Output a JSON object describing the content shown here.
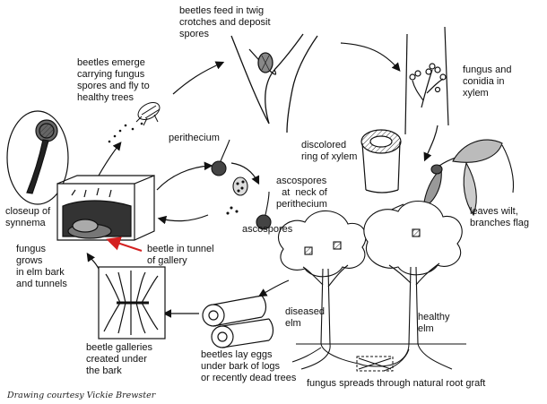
{
  "labels": {
    "twig_feed": "beetles feed in twig\ncrotches and deposit\nspores",
    "emerge": "beetles emerge\ncarrying fungus\nspores and fly to\nhealthy trees",
    "fungus_xylem": "fungus and\nconidia in\nxylem",
    "perithecium": "perithecium",
    "discolored": "discolored\nring of xylem",
    "ascospores_neck": "ascospores\n  at  neck of\nperithecium",
    "ascospores": "ascospores",
    "leaves_wilt": "leaves wilt,\nbranches flag",
    "closeup": "closeup of\nsynnema",
    "fungus_grows": "fungus\ngrows\nin elm bark\nand tunnels",
    "beetle_tunnel": "beetle in tunnel\nof gallery",
    "diseased": "diseased\nelm",
    "healthy": "healthy\nelm",
    "galleries": "beetle galleries\ncreated under\nthe bark",
    "lay_eggs": "beetles lay eggs\nunder bark of logs\nor recently dead trees",
    "root_graft": "fungus spreads through natural root graft"
  },
  "credit": "Drawing courtesy Vickie Brewster",
  "colors": {
    "ink": "#111111",
    "pointer": "#d42020"
  }
}
